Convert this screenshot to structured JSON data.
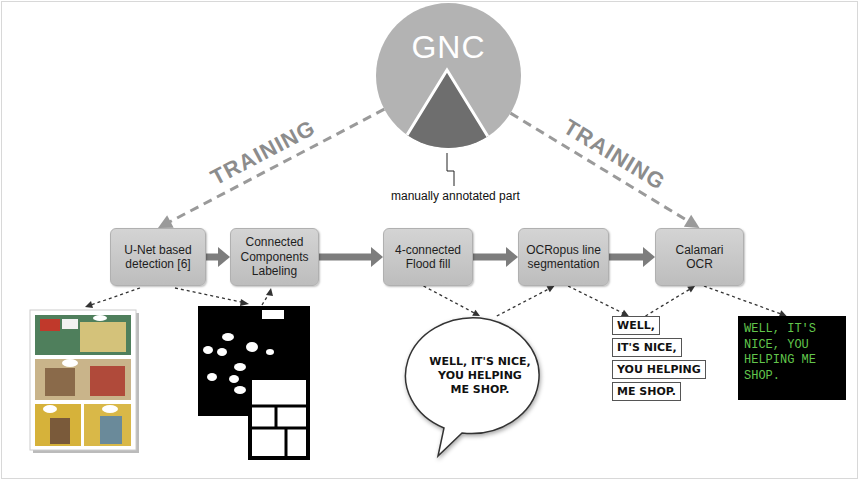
{
  "diagram": {
    "nodes": [
      {
        "text": [
          "GNC"
        ]
      },
      {
        "text": [
          "U-Net based detection [6]"
        ]
      },
      {
        "text": [
          "Connected Components Labeling"
        ]
      },
      {
        "text": [
          "4-connected Flood fill"
        ]
      },
      {
        "text": [
          "OCRopus line segmentation"
        ]
      },
      {
        "text": [
          "Calamari OCR"
        ]
      },
      {
        "text": [
          "WELL, IT'S NICE, YOU HELPING ME SHOP."
        ]
      },
      {
        "text": [
          "WELL,"
        ]
      },
      {
        "text": [
          "IT'S NICE,"
        ]
      },
      {
        "text": [
          "YOU HELPING"
        ]
      },
      {
        "text": [
          "ME SHOP."
        ]
      },
      {
        "text": [
          "WELL, IT'S NICE, YOU HELPING ME SHOP."
        ]
      }
    ],
    "edges": [
      {
        "from": 0,
        "to": 1,
        "label": "TRAINING",
        "arrow": "to"
      },
      {
        "from": 0,
        "to": 5,
        "label": "TRAINING",
        "arrow": "to"
      },
      {
        "from": 1,
        "to": 2,
        "arrow": "to"
      },
      {
        "from": 2,
        "to": 3,
        "arrow": "to"
      },
      {
        "from": 3,
        "to": 4,
        "arrow": "to"
      },
      {
        "from": 4,
        "to": 5,
        "arrow": "to"
      },
      {
        "from": 3,
        "to": 6,
        "arrow": "to"
      },
      {
        "from": 6,
        "to": 4,
        "arrow": "to"
      },
      {
        "from": 4,
        "to": 7,
        "arrow": "to"
      },
      {
        "from": 7,
        "to": 5,
        "arrow": "to"
      },
      {
        "from": 5,
        "to": 11,
        "arrow": "to"
      }
    ],
    "labels": [
      "manually annotated part"
    ]
  }
}
